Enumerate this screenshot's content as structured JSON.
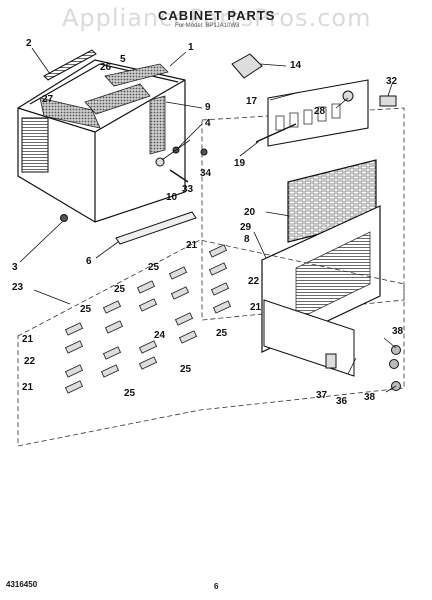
{
  "watermark": "AppliancePartsPros.com",
  "header": {
    "title": "CABINET PARTS",
    "subtitle": "For Model: BP1JA10W3"
  },
  "footer": {
    "code": "4316450",
    "page": "6"
  },
  "labels": {
    "l1": "1",
    "l2": "2",
    "l3": "3",
    "l4": "4",
    "l5": "5",
    "l6": "6",
    "l8": "8",
    "l9": "9",
    "l10": "10",
    "l14": "14",
    "l17": "17",
    "l19": "19",
    "l20": "20",
    "l21": "21",
    "l22": "22",
    "l23": "23",
    "l24": "24",
    "l25": "25",
    "l26": "26",
    "l27": "27",
    "l28": "28",
    "l29": "29",
    "l32": "32",
    "l33": "33",
    "l34": "34",
    "l36": "36",
    "l37": "37",
    "l38": "38"
  }
}
